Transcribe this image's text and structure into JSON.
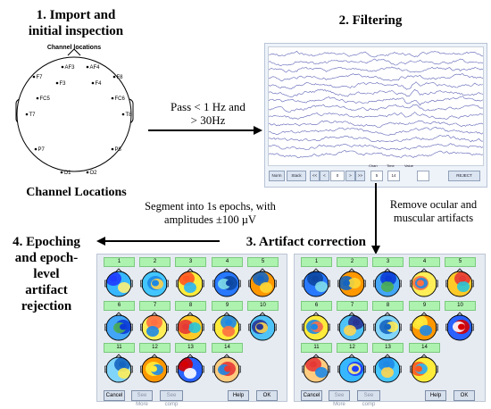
{
  "steps": {
    "import": "1. Import  and\ninitial inspection",
    "filtering": "2. Filtering",
    "artifact": "3. Artifact correction",
    "epoching": "4. Epoching\nand epoch-\nlevel\nartifact\nrejection"
  },
  "notes": {
    "pass": "Pass < 1 Hz and\n> 30Hz",
    "remove": "Remove ocular and\nmuscular artifacts",
    "segment": "Segment into 1s epochs, with\namplitudes ±100 µV"
  },
  "channel_plot": {
    "title": "Channel locations",
    "caption": "Channel Locations",
    "electrodes": [
      "AF3",
      "AF4",
      "F7",
      "F3",
      "F4",
      "F8",
      "FC5",
      "FC6",
      "T7",
      "T8",
      "P7",
      "P8",
      "O1",
      "O2"
    ]
  },
  "eeg_window": {
    "buttons": [
      "Norm",
      "Stack",
      "<<",
      "<",
      ">",
      ">>",
      "REJECT"
    ],
    "fields": [
      "0",
      "5",
      "14"
    ],
    "tiny_labels": [
      "Chan",
      "Time",
      "Value"
    ]
  },
  "ica": {
    "component_labels": [
      "1",
      "2",
      "3",
      "4",
      "5",
      "6",
      "7",
      "8",
      "9",
      "10",
      "11",
      "12",
      "13",
      "14"
    ],
    "buttons": {
      "cancel": "Cancel",
      "see_more": "See More",
      "see_comp": "See comp",
      "help": "Help",
      "ok": "OK"
    }
  },
  "colors": {
    "panel_bg": "#e6ebf2",
    "label_green": "#aef2b0",
    "eeg_trace": "#5d63b5"
  }
}
